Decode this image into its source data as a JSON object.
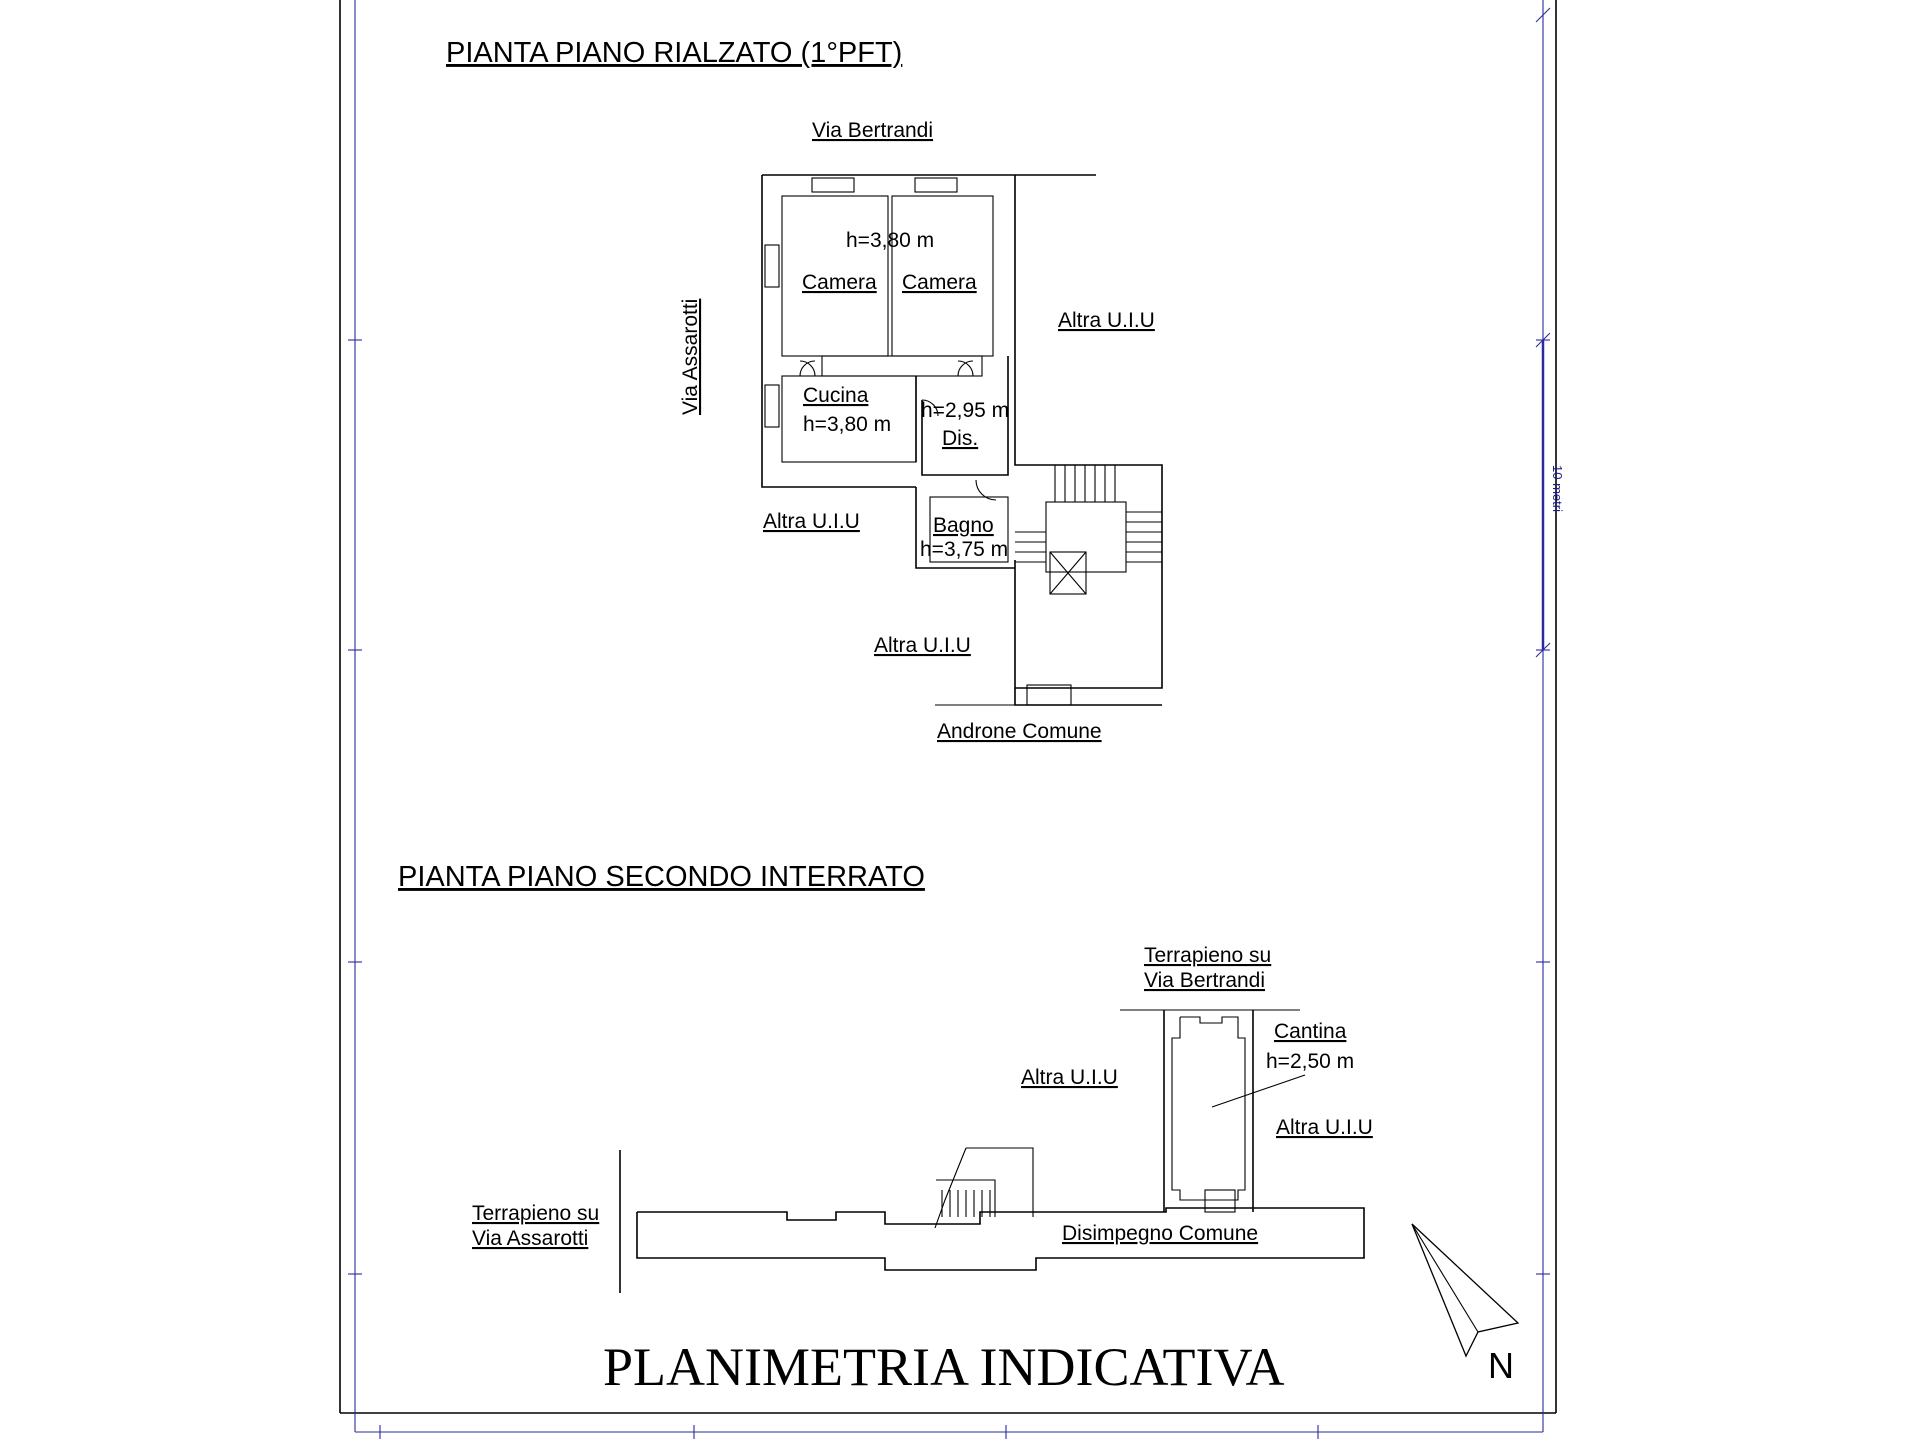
{
  "sheet_title": "PLANIMETRIA INDICATIVA",
  "north_label": "N",
  "scale_label": "10 metri",
  "plan_upper": {
    "title": "PIANTA PIANO RIALZATO (1°PFT)",
    "street_north": "Via Bertrandi",
    "street_west": "Via Assarotti",
    "rooms": {
      "camera_1": "Camera",
      "camera_2": "Camera",
      "camera_height": "h=3,80 m",
      "cucina": "Cucina",
      "cucina_height": "h=3,80 m",
      "dis": "Dis.",
      "dis_height": "h=2,95 m",
      "bagno": "Bagno",
      "bagno_height": "h=3,75 m"
    },
    "neighbors": [
      "Altra U.I.U",
      "Altra U.I.U",
      "Altra U.I.U"
    ],
    "entrance": "Androne Comune"
  },
  "plan_lower": {
    "title": "PIANTA PIANO SECONDO INTERRATO",
    "terrapieno_north_1": "Terrapieno su",
    "terrapieno_north_2": "Via Bertrandi",
    "terrapieno_west_1": "Terrapieno su",
    "terrapieno_west_2": "Via Assarotti",
    "cantina": "Cantina",
    "cantina_height": "h=2,50 m",
    "neighbors": [
      "Altra U.I.U",
      "Altra U.I.U"
    ],
    "corridor": "Disimpegno Comune"
  }
}
